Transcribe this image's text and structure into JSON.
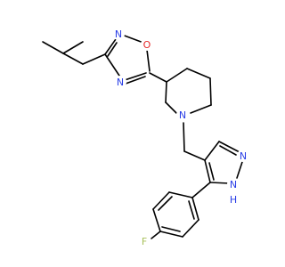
{
  "molecule": {
    "atoms": {
      "oxygen_oxadiazole": {
        "label": "O",
        "color": "#e62a2a"
      },
      "n2_oxadiazole": {
        "label": "N",
        "color": "#2a3ee6"
      },
      "n4_oxadiazole": {
        "label": "N",
        "color": "#2a3ee6"
      },
      "n_piperidine": {
        "label": "N",
        "color": "#2a3ee6"
      },
      "n_pyrazole": {
        "label": "N",
        "color": "#2a3ee6"
      },
      "nh_pyrazole": {
        "label": "N",
        "color": "#2a3ee6"
      },
      "nh_hydrogen": {
        "label": "H",
        "color": "#2a3ee6"
      },
      "fluorine": {
        "label": "F",
        "color": "#a8c05a"
      }
    }
  }
}
